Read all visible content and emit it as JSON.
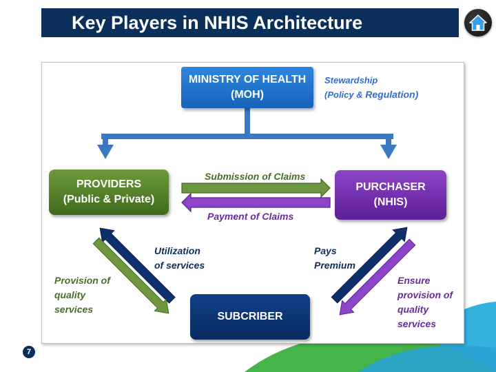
{
  "title": "Key Players in NHIS Architecture",
  "icons": {
    "home": "home-icon"
  },
  "page_number": "7",
  "nodes": {
    "moh": {
      "line1": "MINISTRY OF HEALTH",
      "line2": "(MOH)"
    },
    "providers": {
      "line1": "PROVIDERS",
      "line2": "(Public & Private)"
    },
    "purchaser": {
      "line1": "PURCHASER",
      "line2": "(NHIS)"
    },
    "subscriber": {
      "line1": "SUBCRIBER"
    }
  },
  "labels": {
    "stewardship_line1": "Stewardship",
    "stewardship_line2a": "(Policy & ",
    "stewardship_line2b": "Regulation)",
    "submission_of_claims": "Submission of Claims",
    "payment_of_claims": "Payment of Claims",
    "utilization_line1": "Utilization",
    "utilization_line2": "of services",
    "pays_line1": "Pays",
    "pays_line2": "Premium",
    "provision_line1": "Provision of",
    "provision_line2": "quality",
    "provision_line3": "services",
    "ensure_line1": "Ensure",
    "ensure_line2": "provision of",
    "ensure_line3": "quality",
    "ensure_line4": "services"
  },
  "colors": {
    "title_bg": "#0b2f5b",
    "moh": "#1f74cc",
    "providers": "#537f2b",
    "purchaser": "#7433b0",
    "subscriber": "#0d3475",
    "connector": "#3a78c2"
  }
}
